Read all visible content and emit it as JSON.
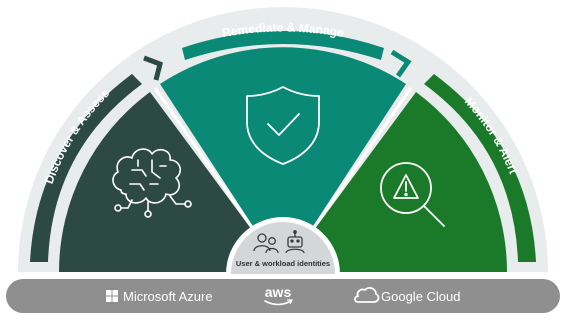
{
  "phases": {
    "discover": {
      "label": "Discover & Assess",
      "color": "#2c4a43"
    },
    "remediate": {
      "label": "Remediate & Manage",
      "color": "#0a8a76"
    },
    "monitor": {
      "label": "Monitor & Alert",
      "color": "#1b7a2a"
    }
  },
  "hub": {
    "label": "User & workload identities"
  },
  "clouds": {
    "azure": "Microsoft Azure",
    "aws": "aws",
    "google": "Google Cloud"
  },
  "icons": [
    "brain-icon",
    "shield-check-icon",
    "alert-magnifier-icon",
    "users-icon",
    "robot-icon",
    "windows-logo-icon",
    "aws-smile-icon",
    "cloud-icon"
  ]
}
